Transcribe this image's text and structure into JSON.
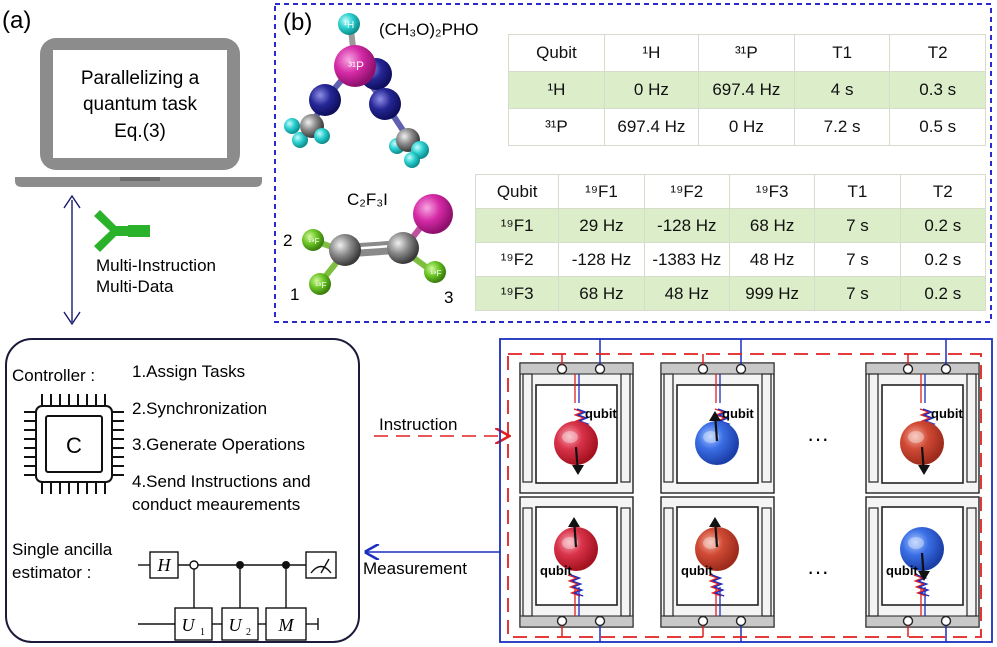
{
  "labels": {
    "a": "(a)",
    "b": "(b)"
  },
  "laptop": {
    "line1": "Parallelizing a",
    "line2": "quantum task",
    "line3": "Eq.(3)"
  },
  "mimd": {
    "line1": "Multi-Instruction",
    "line2": "Multi-Data"
  },
  "controller": {
    "title": "Controller :",
    "chip": "C",
    "steps": [
      "1.Assign Tasks",
      "2.Synchronization",
      "3.Generate Operations",
      "4.Send Instructions and",
      "conduct meaurements"
    ],
    "estimator_line1": "Single ancilla",
    "estimator_line2": "estimator :",
    "gate_h": "H",
    "gate_u1": "U",
    "gate_u1_sub": "1",
    "gate_u2": "U",
    "gate_u2_sub": "2",
    "gate_m": "M"
  },
  "arrows": {
    "instruction": "Instruction",
    "measurement": "Measurement"
  },
  "molecule1": {
    "formula": "(CH₃O)₂PHO",
    "atom_h": "¹H",
    "atom_p": "³¹P"
  },
  "molecule2": {
    "formula": "C₂F₃I",
    "n1": "1",
    "n2": "2",
    "n3": "3",
    "atom_f": "¹⁹F"
  },
  "table1": {
    "header": [
      "Qubit",
      "¹H",
      "³¹P",
      "T1",
      "T2"
    ],
    "rows": [
      [
        "¹H",
        "0 Hz",
        "697.4 Hz",
        "4 s",
        "0.3 s"
      ],
      [
        "³¹P",
        "697.4 Hz",
        "0 Hz",
        "7.2 s",
        "0.5 s"
      ]
    ]
  },
  "table2": {
    "header": [
      "Qubit",
      "¹⁹F1",
      "¹⁹F2",
      "¹⁹F3",
      "T1",
      "T2"
    ],
    "rows": [
      [
        "¹⁹F1",
        "29 Hz",
        "-128 Hz",
        "68 Hz",
        "7 s",
        "0.2 s"
      ],
      [
        "¹⁹F2",
        "-128 Hz",
        "-1383 Hz",
        "48 Hz",
        "7 s",
        "0.2 s"
      ],
      [
        "¹⁹F3",
        "68 Hz",
        "48 Hz",
        "999 Hz",
        "7 s",
        "0.2 s"
      ]
    ]
  },
  "qubit_label": "qubit",
  "ellipsis": "···",
  "colors": {
    "blue_line": "#1a2fbf",
    "red_line": "#e02020",
    "table_green": "#dbeec9",
    "sphere_red": "#c81e2d",
    "sphere_blue": "#2f63e0"
  }
}
